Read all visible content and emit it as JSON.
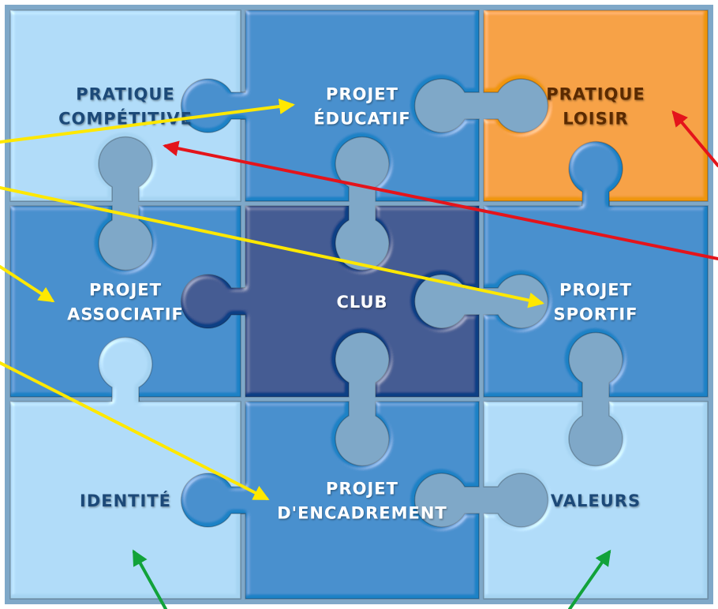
{
  "colors": {
    "light_blue": "#a6d4f2",
    "light_blue_text": "#1c4a78",
    "mid_blue": "#1c82c6",
    "mid_blue_text": "#ffffff",
    "dark_blue": "#0b3f85",
    "dark_blue_text": "#ffffff",
    "orange": "#f0960f",
    "orange_text": "#5a2a00",
    "grout": "#7fa8c8",
    "arrow_yellow": "#ffe800",
    "arrow_red": "#e4141b",
    "arrow_green": "#12a23a"
  },
  "pieces": [
    {
      "id": "pratique-competitive",
      "color": "light_blue",
      "lines": [
        "PRATIQUE",
        "COMPÉTITIVE"
      ]
    },
    {
      "id": "projet-educatif",
      "color": "mid_blue",
      "lines": [
        "PROJET",
        "ÉDUCATIF"
      ]
    },
    {
      "id": "pratique-loisir",
      "color": "orange",
      "lines": [
        "PRATIQUE",
        "LOISIR"
      ]
    },
    {
      "id": "projet-associatif",
      "color": "mid_blue",
      "lines": [
        "PROJET",
        "ASSOCIATIF"
      ]
    },
    {
      "id": "club",
      "color": "dark_blue",
      "lines": [
        "CLUB"
      ]
    },
    {
      "id": "projet-sportif",
      "color": "mid_blue",
      "lines": [
        "PROJET",
        "SPORTIF"
      ]
    },
    {
      "id": "identite",
      "color": "light_blue",
      "lines": [
        "IDENTITÉ"
      ]
    },
    {
      "id": "projet-encadrement",
      "color": "mid_blue",
      "lines": [
        "PROJET",
        "D'ENCADREMENT"
      ]
    },
    {
      "id": "valeurs",
      "color": "light_blue",
      "lines": [
        "VALEURS"
      ]
    }
  ],
  "arrows": [
    {
      "id": "yellow-arrow-to-projet-educatif",
      "color": "arrow_yellow"
    },
    {
      "id": "yellow-arrow-to-projet-sportif",
      "color": "arrow_yellow"
    },
    {
      "id": "yellow-arrow-to-projet-associatif",
      "color": "arrow_yellow"
    },
    {
      "id": "yellow-arrow-to-projet-encadrement",
      "color": "arrow_yellow"
    },
    {
      "id": "red-arrow-to-pratique-competitive",
      "color": "arrow_red"
    },
    {
      "id": "red-arrow-to-pratique-loisir",
      "color": "arrow_red"
    },
    {
      "id": "green-arrow-to-identite",
      "color": "arrow_green"
    },
    {
      "id": "green-arrow-to-valeurs",
      "color": "arrow_green"
    }
  ]
}
